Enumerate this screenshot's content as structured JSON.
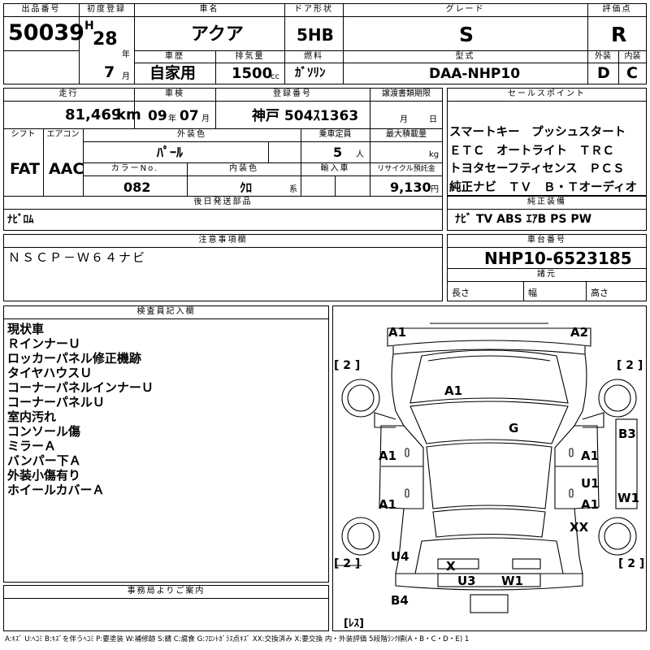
{
  "header": {
    "lot_label": "出品番号",
    "lot_number": "50039",
    "first_reg_label": "初度登録",
    "era": "H",
    "first_reg_year": "28",
    "year_unit": "年",
    "first_reg_month": "7",
    "month_unit": "月",
    "car_name_label": "車名",
    "car_name": "アクア",
    "door_label": "ドア形状",
    "door_type": "5HB",
    "grade_label": "グレード",
    "grade": "S",
    "score_label": "評価点",
    "score": "R",
    "history_label": "車歴",
    "history": "自家用",
    "displacement_label": "排気量",
    "displacement": "1500",
    "displacement_unit": "cc",
    "fuel_label": "燃料",
    "fuel": "ｶﾞｿﾘﾝ",
    "model_label": "型式",
    "model": "DAA-NHP10",
    "exterior_label": "外装",
    "exterior_grade": "D",
    "interior_label": "内装",
    "interior_grade": "C"
  },
  "row2": {
    "mileage_label": "走行",
    "mileage": "81,469",
    "mileage_unit": "km",
    "inspection_label": "車検",
    "inspection_year": "09",
    "year_unit": "年",
    "inspection_month": "07",
    "month_unit": "月",
    "plate_label": "登録番号",
    "plate": "神戸 504ｽ1363",
    "transfer_label": "譲渡書類期限",
    "transfer_month_unit": "月",
    "transfer_day_unit": "日",
    "shift_label": "シフト",
    "shift": "FAT",
    "ac_label": "エアコン",
    "ac": "AAC",
    "exterior_color_label": "外装色",
    "exterior_color": "ﾊﾟｰﾙ",
    "capacity_label": "乗車定員",
    "capacity": "5",
    "capacity_unit": "人",
    "load_label": "最大積載量",
    "load_unit": "kg",
    "color_no_label": "カラーNo.",
    "color_no": "082",
    "interior_color_label": "内装色",
    "interior_color": "ｸﾛ",
    "interior_color_unit": "系",
    "import_label": "輸入車",
    "recycle_label": "リサイクル預託金",
    "recycle": "9,130",
    "recycle_unit": "円",
    "later_parts_label": "後日発送部品",
    "later_parts": "ﾅﾋﾞﾛﾑ"
  },
  "sales": {
    "label": "セールスポイント",
    "lines": [
      "スマートキー　プッシュスタート",
      "ＥＴＣ　オートライト　ＴＲＣ",
      "トヨタセーフティセンス　ＰＣＳ",
      "純正ナビ　ＴＶ　Ｂ・Ｔオーディオ"
    ]
  },
  "equipment": {
    "label": "純正装備",
    "items": "ﾅﾋﾞ  TV  ABS  ｴｱB  PS  PW"
  },
  "caution": {
    "label": "注意事項欄",
    "text": "ＮＳＣＰ－Ｗ６４ナビ"
  },
  "chassis": {
    "label": "車台番号",
    "number": "NHP10-6523185",
    "dims_label": "諸元",
    "length_label": "長さ",
    "width_label": "幅",
    "height_label": "高さ"
  },
  "inspector": {
    "label": "検査員記入欄",
    "notes": [
      "現状車",
      "ＲインナーＵ",
      "ロッカーパネル修正機跡",
      "タイヤハウスＵ",
      "コーナーパネルインナーＵ",
      "コーナーパネルＵ",
      "室内汚れ",
      "コンソール傷",
      "ミラーＡ",
      "バンパー下Ａ",
      "外装小傷有り",
      "ホイールカバーＡ"
    ]
  },
  "office": {
    "label": "事務局よりご案内"
  },
  "diagram": {
    "marks": [
      "A1",
      "A2",
      "A1",
      "G",
      "B3",
      "A1",
      "A1",
      "U1",
      "A1",
      "A1",
      "W1",
      "XX",
      "U4",
      "X",
      "U3",
      "W1",
      "B4"
    ],
    "tire_labels": [
      "[ 2 ]",
      "[ 2 ]",
      "[ 2 ]",
      "[ 2 ]"
    ],
    "spare_label": "[ﾚｽ]"
  },
  "legend": "A:ｷｽﾞ  U:ﾍｺﾐ  B:ｷｽﾞを伴うﾍｺﾐ  P:要塗装  W:補修跡  S:錆  C:腐食  G:ﾌﾛﾝﾄｶﾞﾗｽ点ｷｽﾞ  XX:交換済み  X:要交換  内・外装評価  5段階ﾗﾝｸ順(A・B・C・D・E) 1"
}
